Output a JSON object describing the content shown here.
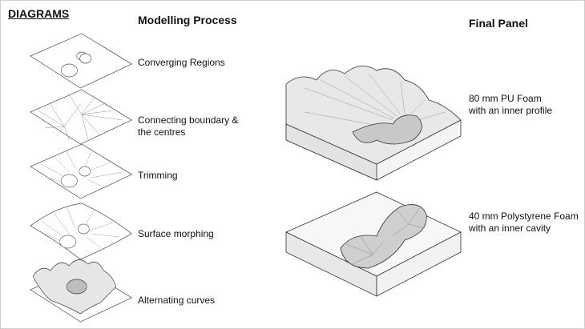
{
  "heading": "DIAGRAMS",
  "modelling": {
    "title": "Modelling Process",
    "steps": [
      {
        "label": "Converging Regions"
      },
      {
        "label_line1": "Connecting boundary &",
        "label_line2": "the centres"
      },
      {
        "label": "Trimming"
      },
      {
        "label": "Surface morphing"
      },
      {
        "label": "Alternating curves"
      }
    ]
  },
  "final_panel": {
    "title": "Final Panel",
    "panels": [
      {
        "line1": "80 mm PU Foam",
        "line2": "with an inner profile"
      },
      {
        "line1": "40 mm Polystyrene Foam",
        "line2": "with an inner cavity"
      }
    ]
  }
}
